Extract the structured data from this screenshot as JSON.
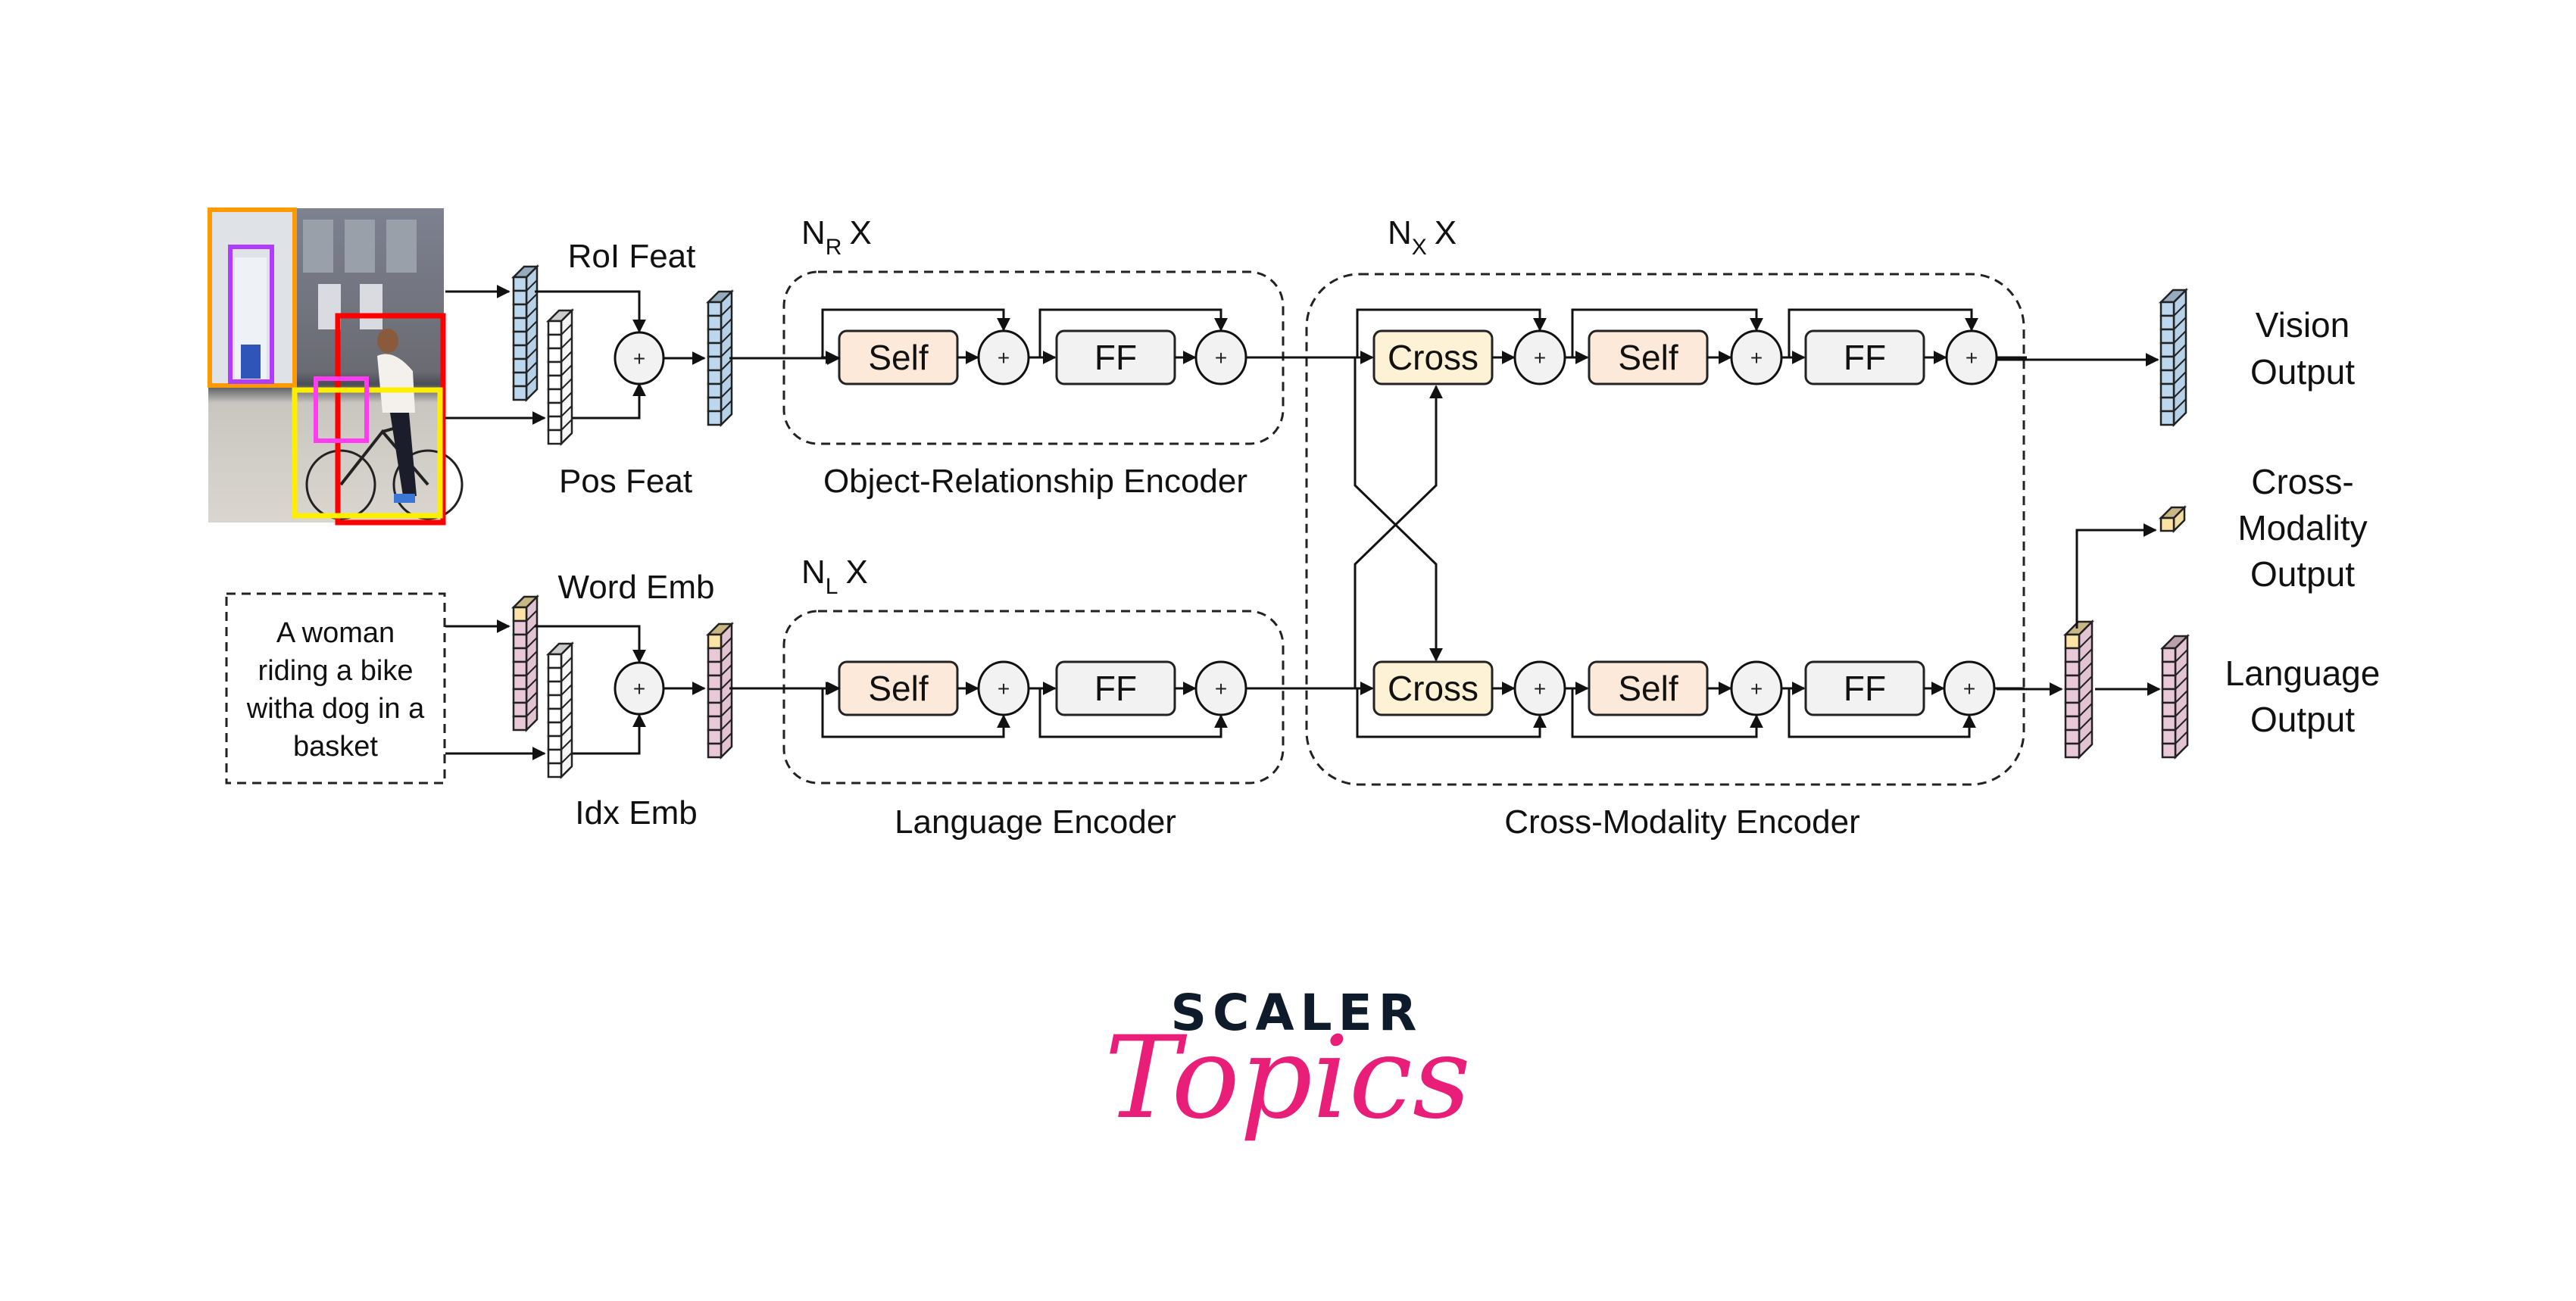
{
  "diagram": {
    "title": "LXMERT cross-modality architecture",
    "inputs": {
      "image_labels": {
        "roi_feat": "RoI Feat",
        "pos_feat": "Pos Feat"
      },
      "text_labels": {
        "word_emb": "Word Emb",
        "idx_emb": "Idx Emb"
      },
      "sentence": [
        "A woman",
        "riding a bike",
        "witha dog in a",
        "basket"
      ],
      "bounding_box_colors": [
        "#ff9900",
        "#b03cff",
        "#ff0000",
        "#ffee00",
        "#ff3cf0"
      ]
    },
    "encoders": {
      "object_relationship": {
        "name": "Object-Relationship Encoder",
        "repeat": {
          "base": "N",
          "sub": "R",
          "suffix": "X"
        },
        "blocks": [
          "Self",
          "FF"
        ]
      },
      "language": {
        "name": "Language Encoder",
        "repeat": {
          "base": "N",
          "sub": "L",
          "suffix": "X"
        },
        "blocks": [
          "Self",
          "FF"
        ]
      },
      "cross_modality": {
        "name": "Cross-Modality Encoder",
        "repeat": {
          "base": "N",
          "sub": "X",
          "suffix": "X"
        },
        "blocks": [
          "Cross",
          "Self",
          "FF"
        ]
      }
    },
    "plus_symbol": "+",
    "outputs": {
      "vision": [
        "Vision",
        "Output"
      ],
      "cross_modality": [
        "Cross-",
        "Modality",
        "Output"
      ],
      "language": [
        "Language",
        "Output"
      ]
    },
    "colors": {
      "self_fill": "#fde9d9",
      "cross_fill": "#fdf1d6",
      "ff_fill": "#f2f2f2",
      "vision_cube": "#bcd7ee",
      "language_cube": "#e9c9d8",
      "cross_cube": "#fbe3a6",
      "plain_cube": "#ffffff"
    }
  },
  "logo": {
    "line1": "SCALER",
    "line2": "Topics"
  }
}
